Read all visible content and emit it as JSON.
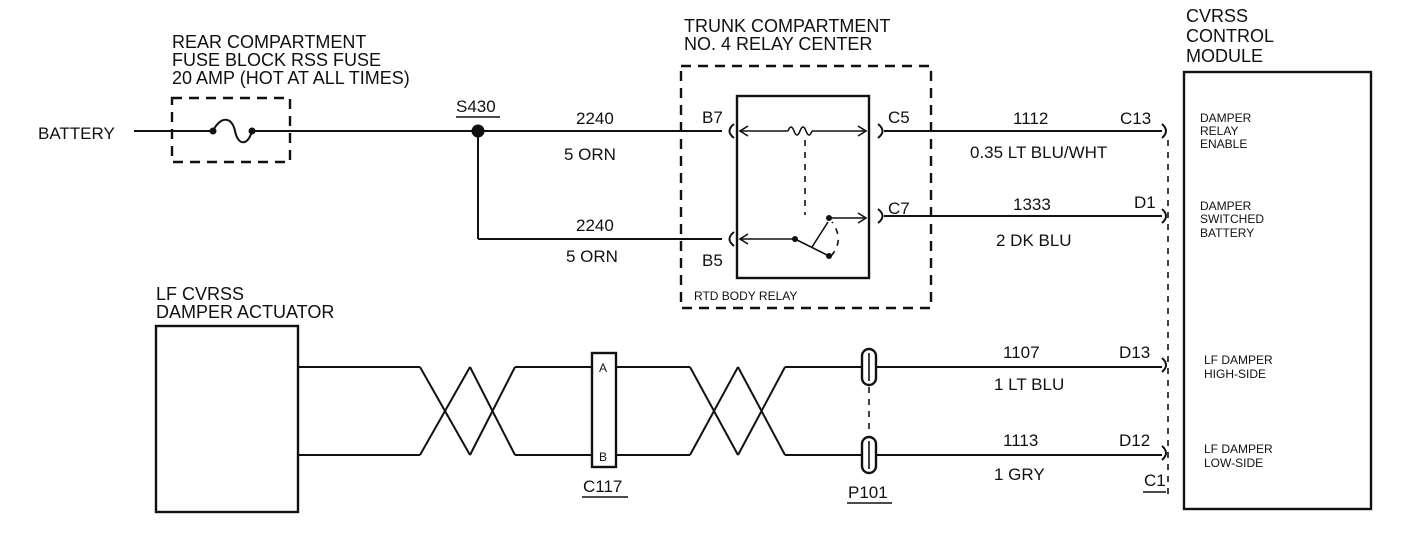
{
  "fuse_block": {
    "line1": "REAR COMPARTMENT",
    "line2": "FUSE BLOCK RSS FUSE",
    "line3": "20 AMP (HOT AT ALL TIMES)"
  },
  "battery_label": "BATTERY",
  "splice_label": "S430",
  "relay_center": {
    "line1": "TRUNK COMPARTMENT",
    "line2": "NO. 4 RELAY CENTER",
    "relay_name": "RTD BODY RELAY",
    "pins": {
      "b7": "B7",
      "b5": "B5",
      "c5": "C5",
      "c7": "C7"
    }
  },
  "control_module": {
    "line1": "CVRSS",
    "line2": "CONTROL",
    "line3": "MODULE",
    "terminals": [
      {
        "pin": "C13",
        "desc": [
          "DAMPER",
          "RELAY",
          "ENABLE"
        ]
      },
      {
        "pin": "D1",
        "desc": [
          "DAMPER",
          "SWITCHED",
          "BATTERY"
        ]
      },
      {
        "pin": "D13",
        "desc": [
          "LF DAMPER",
          "HIGH-SIDE"
        ]
      },
      {
        "pin": "D12",
        "desc": [
          "LF DAMPER",
          "LOW-SIDE"
        ]
      }
    ],
    "connector": "C1"
  },
  "wires": {
    "battery_to_b7": {
      "circuit": "2240",
      "color": "5 ORN"
    },
    "splice_to_b5": {
      "circuit": "2240",
      "color": "5 ORN"
    },
    "c5_to_c13": {
      "circuit": "1112",
      "color": "0.35 LT BLU/WHT"
    },
    "c7_to_d1": {
      "circuit": "1333",
      "color": "2 DK BLU"
    },
    "high_side": {
      "circuit": "1107",
      "color": "1 LT BLU"
    },
    "low_side": {
      "circuit": "1113",
      "color": "1 GRY"
    }
  },
  "actuator": {
    "line1": "LF CVRSS",
    "line2": "DAMPER ACTUATOR"
  },
  "connector_c117": {
    "name": "C117",
    "pin_a": "A",
    "pin_b": "B"
  },
  "connector_p101": {
    "name": "P101"
  }
}
